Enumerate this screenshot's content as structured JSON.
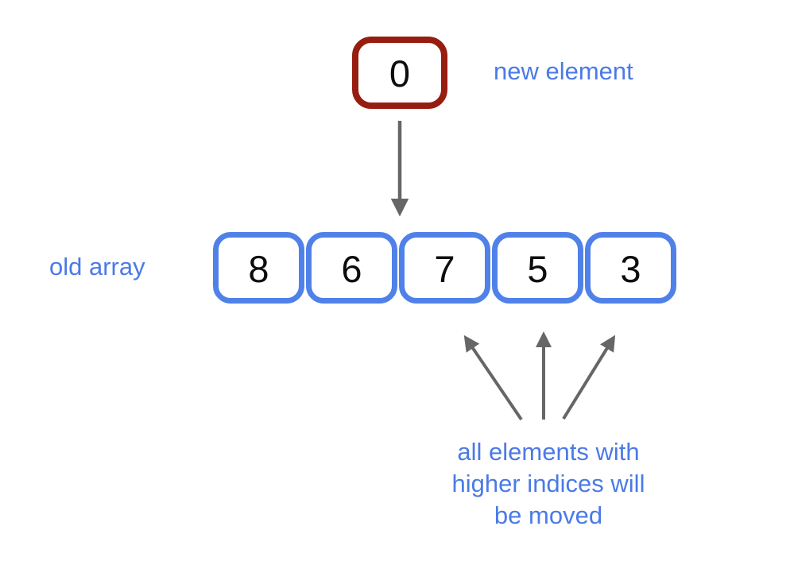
{
  "diagram": {
    "new_element": {
      "value": "0",
      "label": "new element"
    },
    "old_array": {
      "label": "old array",
      "values": [
        "8",
        "6",
        "7",
        "5",
        "3"
      ]
    },
    "annotation": {
      "lines": [
        "all elements with",
        "higher indices will",
        "be moved"
      ]
    },
    "arrows": {
      "insert_arrow": "down-arrow from new element to insertion point",
      "moved_arrows": "three up-arrows pointing at cells with higher indices"
    },
    "colors": {
      "array_border": "#5081e9",
      "new_element_border": "#971d10",
      "label_text": "#4b7ae6",
      "arrow": "#666666",
      "digit_text": "#0d0d0d",
      "background": "#ffffff"
    }
  }
}
